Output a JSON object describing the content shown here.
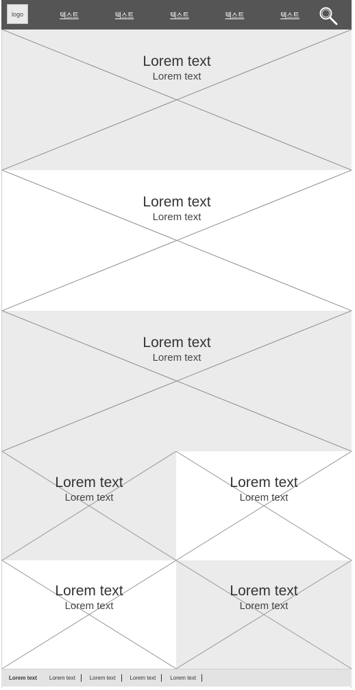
{
  "header": {
    "logo_label": "logo",
    "nav": [
      "텍스트",
      "텍스트",
      "텍스트",
      "텍스트",
      "텍스트"
    ],
    "search_icon": "search-icon",
    "background": "#555555"
  },
  "panels": [
    {
      "title": "Lorem text",
      "subtitle": "Lorem text",
      "background": "#ebebeb"
    },
    {
      "title": "Lorem text",
      "subtitle": "Lorem text",
      "background": "#ffffff"
    },
    {
      "title": "Lorem text",
      "subtitle": "Lorem text",
      "background": "#ebebeb"
    }
  ],
  "grid": [
    {
      "title": "Lorem text",
      "subtitle": "Lorem text",
      "background": "#ebebeb"
    },
    {
      "title": "Lorem text",
      "subtitle": "Lorem text",
      "background": "#ffffff"
    },
    {
      "title": "Lorem text",
      "subtitle": "Lorem text",
      "background": "#ffffff"
    },
    {
      "title": "Lorem text",
      "subtitle": "Lorem text",
      "background": "#ebebeb"
    }
  ],
  "footer": {
    "items": [
      "Lorem text",
      "Lorem text",
      "Lorem text",
      "Lorem text",
      "Lorem text"
    ]
  }
}
